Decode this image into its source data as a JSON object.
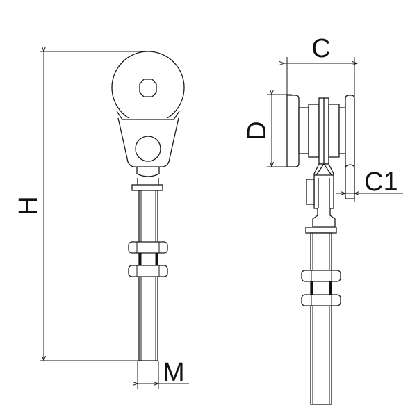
{
  "drawing": {
    "title": "Pulley roller with threaded rod - dimension drawing",
    "views": [
      "front-view",
      "side-view"
    ],
    "stroke_color": "#1a1a1a",
    "background_color": "#ffffff"
  },
  "dimensions": {
    "H": "H",
    "M": "M",
    "C": "C",
    "D": "D",
    "C1": "C1"
  }
}
